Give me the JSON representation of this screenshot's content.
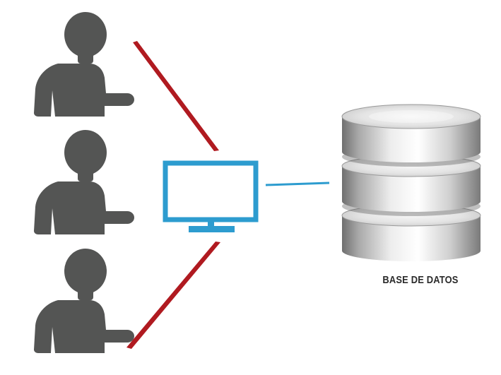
{
  "diagram": {
    "database_label": "BASE DE DATOS",
    "users": [
      "user-1",
      "user-2",
      "user-3"
    ],
    "icons": {
      "user": "user-icon",
      "client": "monitor-icon",
      "database": "database-icon"
    },
    "colors": {
      "user": "#545554",
      "connection_user": "#b01a20",
      "connection_db": "#2d9ccf",
      "monitor": "#2d9ccf",
      "database_light": "#f4f4f4",
      "database_dark": "#7a7a7a",
      "label": "#2b2b2b",
      "background": "#ffffff"
    }
  }
}
